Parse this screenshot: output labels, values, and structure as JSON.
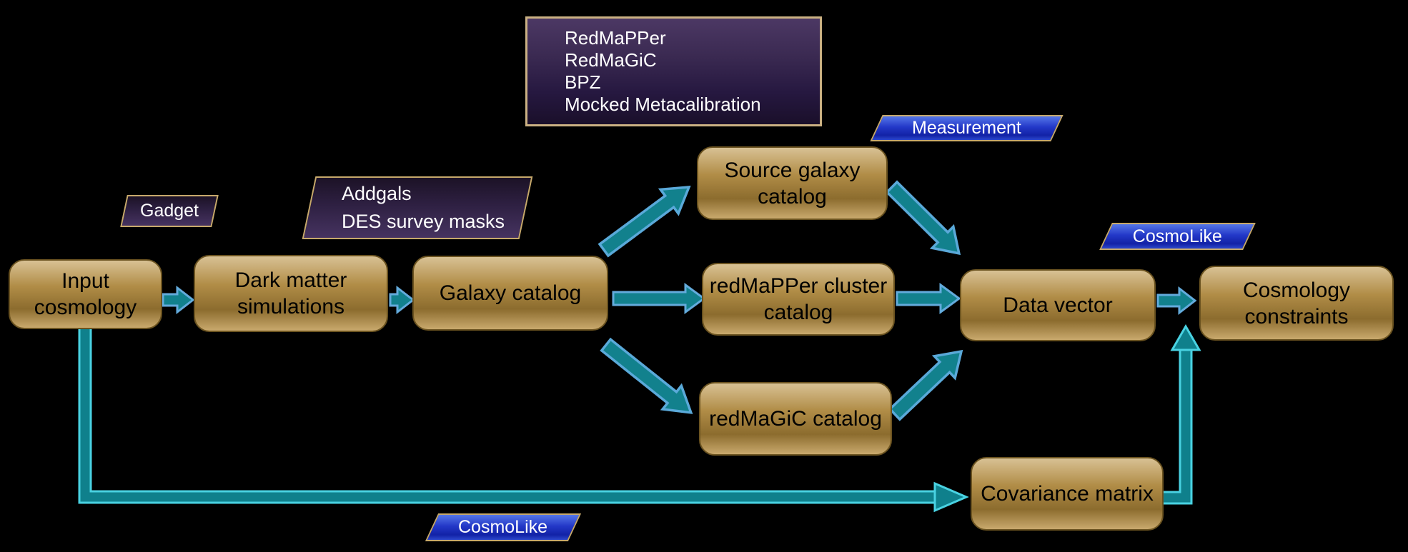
{
  "tools_box": {
    "lines": [
      "RedMaPPer",
      "RedMaGiC",
      "BPZ",
      "Mocked Metacalibration"
    ]
  },
  "process_labels": {
    "gadget": "Gadget",
    "addgals_line1": "Addgals",
    "addgals_line2": "DES survey masks",
    "measurement": "Measurement",
    "cosmolike_top": "CosmoLike",
    "cosmolike_bottom": "CosmoLike"
  },
  "nodes": {
    "input_cosmology": "Input cosmology",
    "dark_matter_simulations": "Dark matter simulations",
    "galaxy_catalog": "Galaxy catalog",
    "source_galaxy_catalog": "Source galaxy catalog",
    "redmapper_cluster_catalog": "redMaPPer cluster catalog",
    "redmagic_catalog": "redMaGiC catalog",
    "data_vector": "Data vector",
    "cosmology_constraints": "Cosmology constraints",
    "covariance_matrix": "Covariance matrix"
  },
  "colors": {
    "background": "#000000",
    "node_fill_light": "#d8c194",
    "node_fill_dark": "#8c6c2e",
    "node_border": "#6b5320",
    "purple_box_fill": "#3b2a52",
    "purple_label_fill": "#2e2042",
    "blue_label_fill": "#2338c8",
    "gold_border": "#c7a96b",
    "arrow_fill": "#12818d",
    "arrow_outline_blue": "#5aa9d9",
    "arrow_outline_cyan": "#49d2e2",
    "node_text": "#000000",
    "label_text": "#ffffff"
  }
}
